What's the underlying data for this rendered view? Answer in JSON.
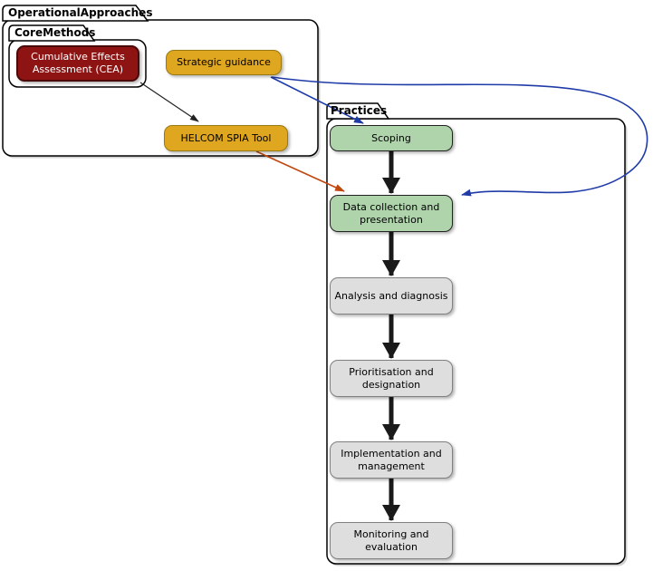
{
  "frames": {
    "operational_approaches": {
      "label": "OperationalApproaches"
    },
    "core_methods": {
      "label": "CoreMethods"
    },
    "practices": {
      "label": "Practices"
    }
  },
  "nodes": {
    "cea": {
      "label": "Cumulative Effects Assessment (CEA)",
      "fill": "#8E1414",
      "border": "#4A0808",
      "text_color": "#FFFFFF"
    },
    "strategic_guidance": {
      "label": "Strategic guidance",
      "fill": "#DFA620",
      "border": "#9A7A10"
    },
    "helcom_spia": {
      "label": "HELCOM SPIA Tool",
      "fill": "#DFA620",
      "border": "#9A7A10"
    },
    "scoping": {
      "label": "Scoping",
      "fill": "#AFD4AC",
      "border": "#222222"
    },
    "data_collection": {
      "label": "Data collection and presentation",
      "fill": "#AFD4AC",
      "border": "#222222"
    },
    "analysis": {
      "label": "Analysis and diagnosis",
      "fill": "#DEDEDE",
      "border": "#808080"
    },
    "prioritisation": {
      "label": "Prioritisation and designation",
      "fill": "#DEDEDE",
      "border": "#808080"
    },
    "implementation": {
      "label": "Implementation and management",
      "fill": "#DEDEDE",
      "border": "#808080"
    },
    "monitoring": {
      "label": "Monitoring and evaluation",
      "fill": "#DEDEDE",
      "border": "#808080"
    }
  },
  "edges": [
    {
      "from": "cea",
      "to": "helcom_spia",
      "color": "#222222",
      "style": "thin-arrow"
    },
    {
      "from": "strategic_guidance",
      "to": "scoping",
      "color": "#1F3BA8",
      "style": "thin-arrow"
    },
    {
      "from": "strategic_guidance",
      "to": "data_collection",
      "color": "#1F3BA8",
      "style": "curved-arrow-around-frame"
    },
    {
      "from": "helcom_spia",
      "to": "data_collection",
      "color": "#C0470E",
      "style": "thin-arrow"
    },
    {
      "from": "scoping",
      "to": "data_collection",
      "color": "#1A1A1A",
      "style": "thick-arrow"
    },
    {
      "from": "data_collection",
      "to": "analysis",
      "color": "#1A1A1A",
      "style": "thick-arrow"
    },
    {
      "from": "analysis",
      "to": "prioritisation",
      "color": "#1A1A1A",
      "style": "thick-arrow"
    },
    {
      "from": "prioritisation",
      "to": "implementation",
      "color": "#1A1A1A",
      "style": "thick-arrow"
    },
    {
      "from": "implementation",
      "to": "monitoring",
      "color": "#1A1A1A",
      "style": "thick-arrow"
    }
  ]
}
